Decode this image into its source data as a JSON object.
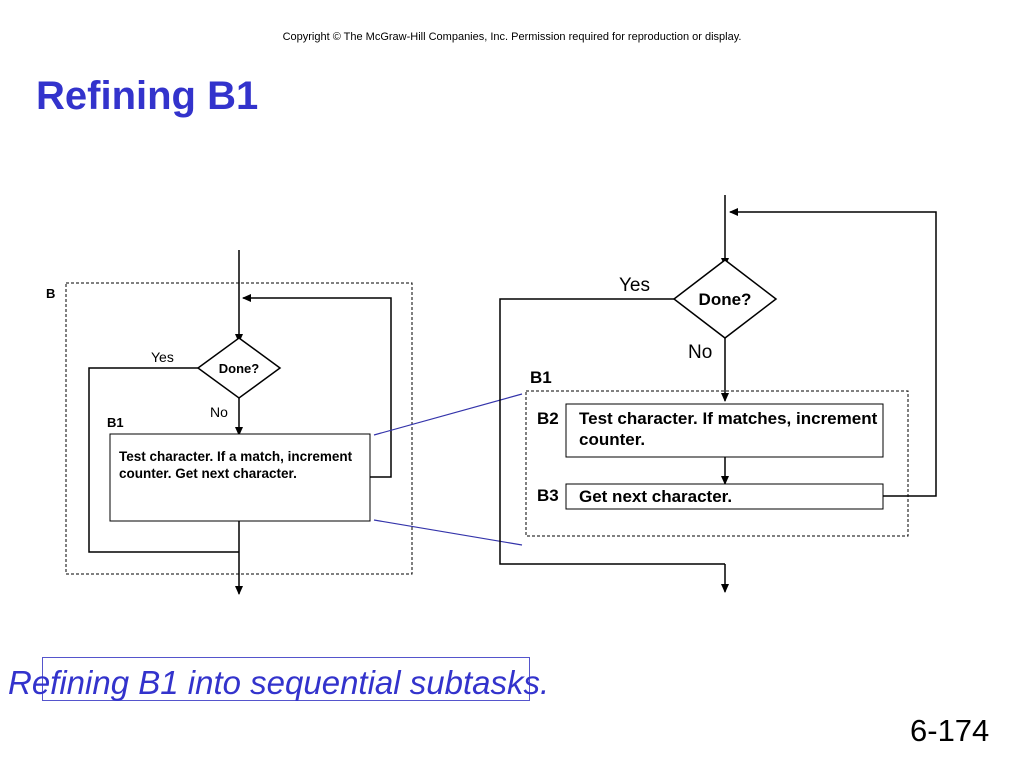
{
  "copyright": "Copyright © The McGraw-Hill Companies, Inc.  Permission required for reproduction or display.",
  "title": "Refining B1",
  "caption": "Refining B1 into sequential subtasks.",
  "slide_number": "6-174",
  "left_diagram": {
    "outer_label": "B",
    "decision": "Done?",
    "yes_label": "Yes",
    "no_label": "No",
    "process_label": "B1",
    "process_text": "Test character.  If a match, increment counter.  Get next character."
  },
  "right_diagram": {
    "decision": "Done?",
    "yes_label": "Yes",
    "no_label": "No",
    "group_label": "B1",
    "b2_label": "B2",
    "b2_text": "Test character.  If matches, increment counter.",
    "b3_label": "B3",
    "b3_text": "Get next character."
  },
  "colors": {
    "title": "#3333cc",
    "connector": "#3333aa",
    "line": "#000000"
  }
}
